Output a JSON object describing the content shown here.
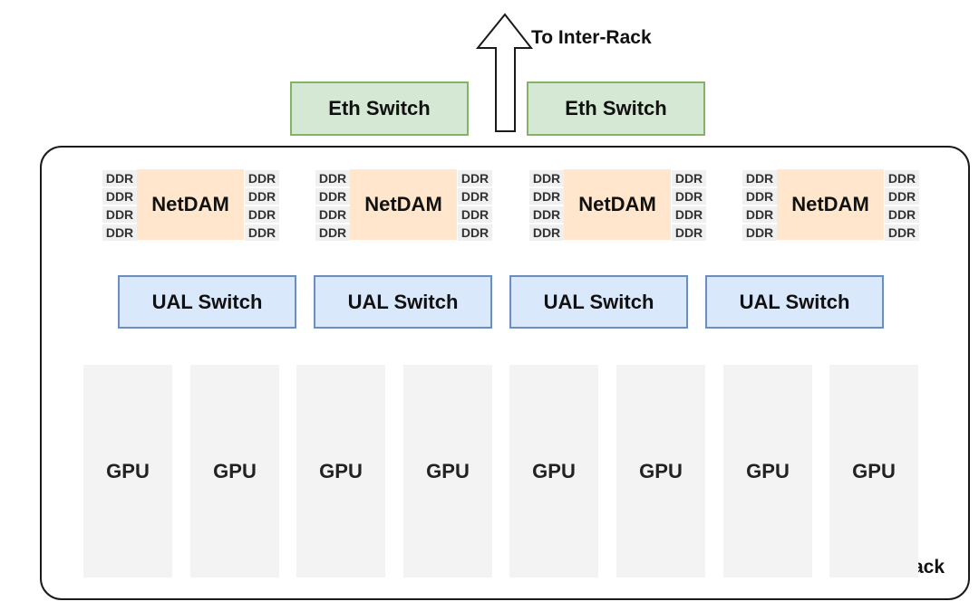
{
  "external": {
    "arrow_label": "To Inter-Rack",
    "eth_switches": [
      "Eth Switch",
      "Eth Switch"
    ]
  },
  "rack": {
    "label": "Intra-Rack",
    "netdam_nodes": [
      {
        "label": "NetDAM",
        "ddr_left": [
          "DDR",
          "DDR",
          "DDR",
          "DDR"
        ],
        "ddr_right": [
          "DDR",
          "DDR",
          "DDR",
          "DDR"
        ]
      },
      {
        "label": "NetDAM",
        "ddr_left": [
          "DDR",
          "DDR",
          "DDR",
          "DDR"
        ],
        "ddr_right": [
          "DDR",
          "DDR",
          "DDR",
          "DDR"
        ]
      },
      {
        "label": "NetDAM",
        "ddr_left": [
          "DDR",
          "DDR",
          "DDR",
          "DDR"
        ],
        "ddr_right": [
          "DDR",
          "DDR",
          "DDR",
          "DDR"
        ]
      },
      {
        "label": "NetDAM",
        "ddr_left": [
          "DDR",
          "DDR",
          "DDR",
          "DDR"
        ],
        "ddr_right": [
          "DDR",
          "DDR",
          "DDR",
          "DDR"
        ]
      }
    ],
    "ual_switches": [
      "UAL Switch",
      "UAL Switch",
      "UAL Switch",
      "UAL Switch"
    ],
    "gpus": [
      "GPU",
      "GPU",
      "GPU",
      "GPU",
      "GPU",
      "GPU",
      "GPU",
      "GPU"
    ]
  },
  "colors": {
    "eth_fill": "#d5e8d4",
    "eth_stroke": "#82b366",
    "netdam_fill": "#ffe6cc",
    "ual_fill": "#dae8fc",
    "ual_stroke": "#6c8ebf",
    "gpu_fill": "#f3f3f3",
    "ddr_fill": "#f0f0f0"
  }
}
